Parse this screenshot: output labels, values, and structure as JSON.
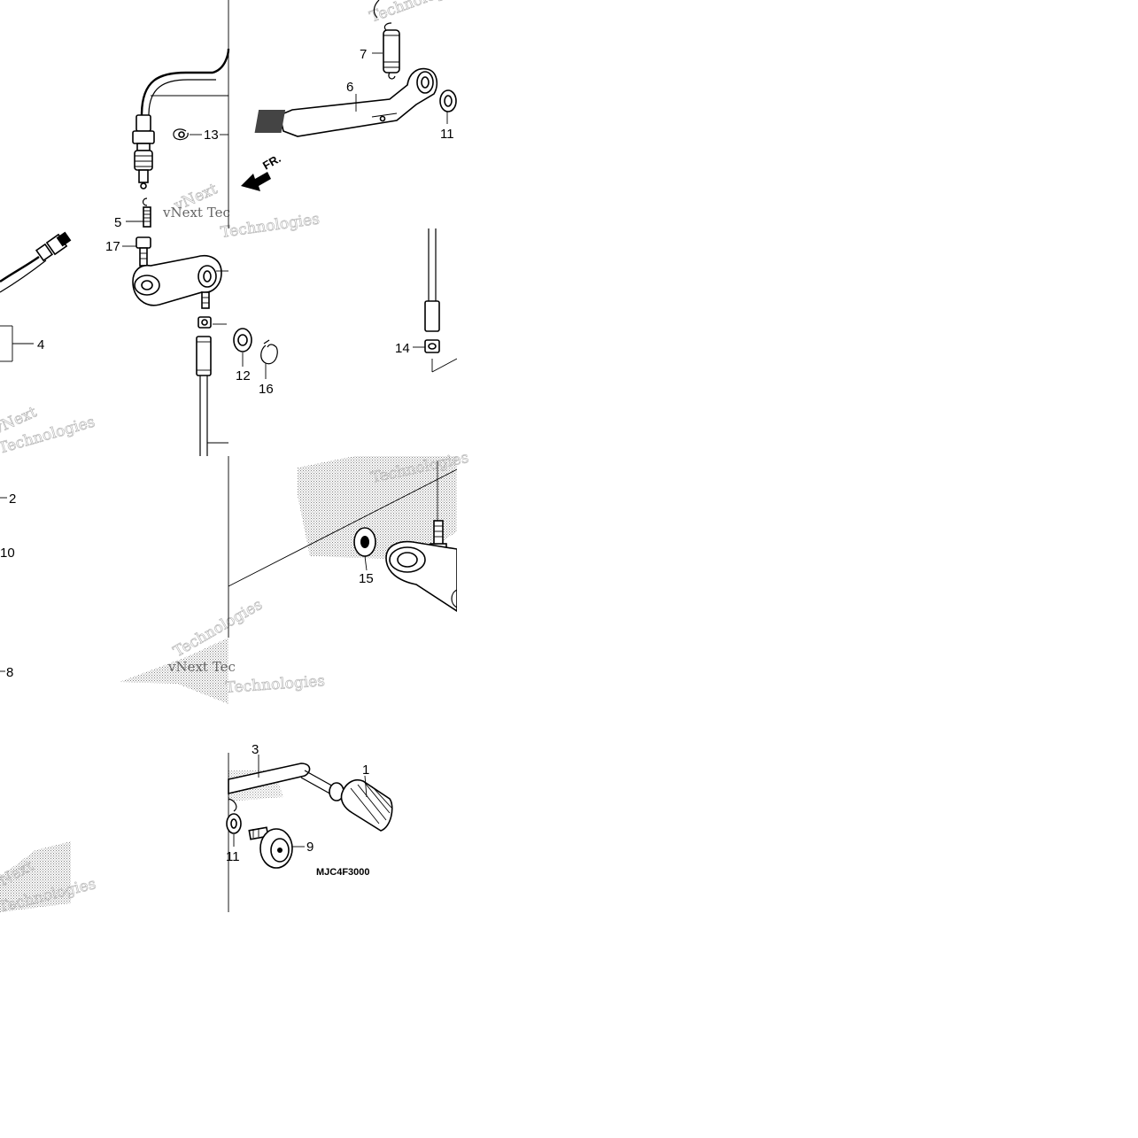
{
  "diagram": {
    "code": "MJC4F3000",
    "fr_label": "FR.",
    "callouts": {
      "c1": "1",
      "c2": "2",
      "c3": "3",
      "c4": "4",
      "c5": "5",
      "c6": "6",
      "c7": "7",
      "c8": "8",
      "c9": "9",
      "c10": "10",
      "c11a": "11",
      "c11b": "11",
      "c12": "12",
      "c13": "13",
      "c14": "14",
      "c15": "15",
      "c16": "16",
      "c17": "17"
    },
    "watermarks": {
      "w1": "vNext",
      "w2": "vNext Tec",
      "w3": "Technologies",
      "w4": "Technologies",
      "w5": "Technologies",
      "w6": "vNext Tec",
      "w7": "Technologies",
      "w8": "vNext",
      "w9": "Technologies",
      "w10": "Technologies",
      "w11": "vNext",
      "w12": "Technologies",
      "w13": "Technolo"
    }
  }
}
